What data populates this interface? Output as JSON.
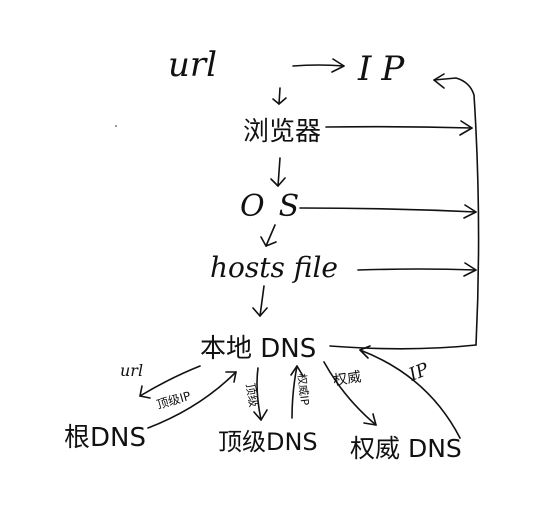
{
  "diagram": {
    "nodes": {
      "url": "url",
      "ip": "IP",
      "browser": "浏览器",
      "os": "OS",
      "hosts": "hosts file",
      "local_dns": "本地 DNS",
      "root_dns": "根DNS",
      "tld_dns": "顶级DNS",
      "auth_dns": "权威 DNS"
    },
    "edge_labels": {
      "url_to_root": "url",
      "root_return": "顶级IP",
      "to_tld": "顶级",
      "tld_return": "权威IP",
      "to_auth": "权威",
      "auth_return": "IP"
    },
    "ink_color": "#111111",
    "background_color": "#ffffff"
  }
}
